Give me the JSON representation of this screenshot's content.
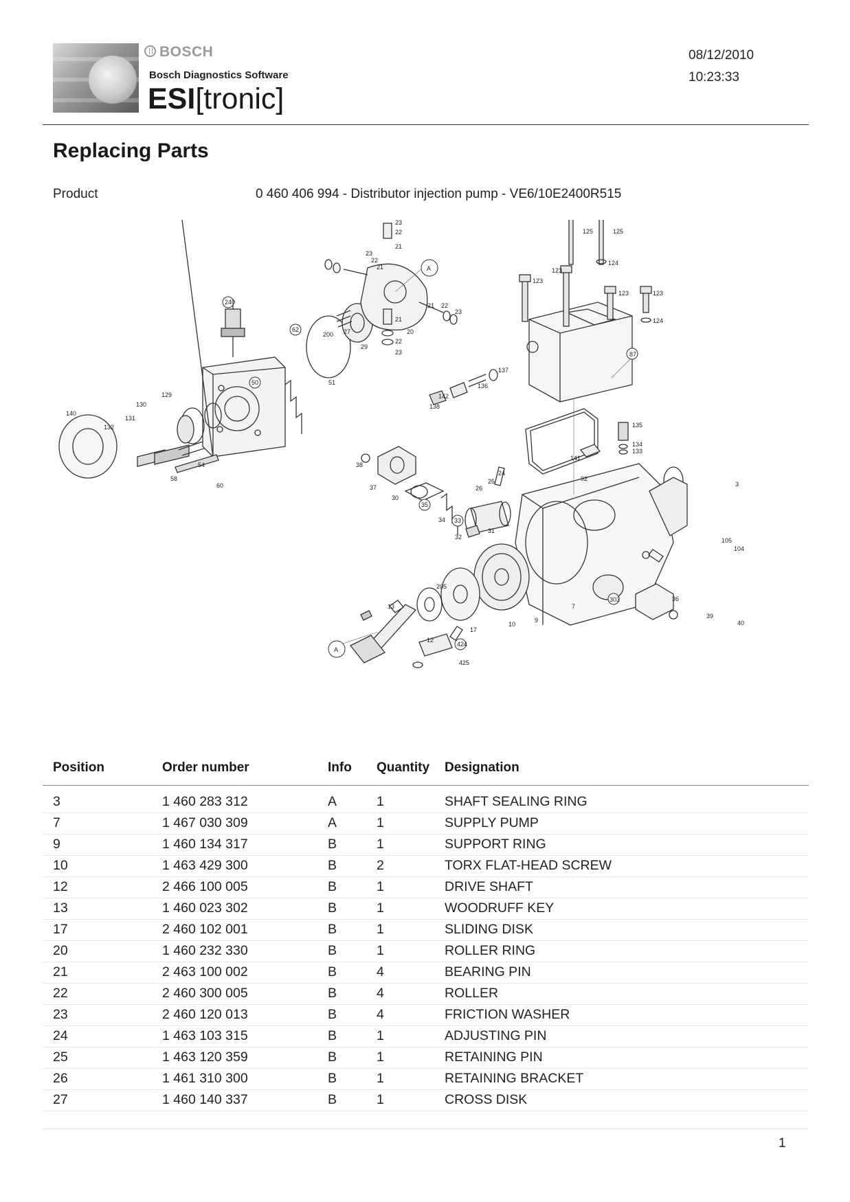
{
  "header": {
    "brand": "BOSCH",
    "software": "Bosch Diagnostics Software",
    "product_bold": "ESI",
    "product_rest": "[tronic]",
    "date": "08/12/2010",
    "time": "10:23:33"
  },
  "title": "Replacing Parts",
  "product": {
    "label": "Product",
    "value": "0 460 406 994 - Distributor injection pump - VE6/10E2400R515"
  },
  "diagram": {
    "labels": [
      "125",
      "125",
      "124",
      "123",
      "123",
      "123",
      "123",
      "124",
      "23",
      "22",
      "21",
      "23",
      "22",
      "21",
      "A",
      "240",
      "62",
      "200",
      "27",
      "20",
      "21",
      "22",
      "23",
      "21",
      "22",
      "23",
      "29",
      "51",
      "87",
      "137",
      "136",
      "142",
      "138",
      "50",
      "129",
      "130",
      "131",
      "132",
      "140",
      "54",
      "58",
      "60",
      "92",
      "135",
      "134",
      "133",
      "141",
      "38",
      "37",
      "30",
      "35",
      "34",
      "24",
      "25",
      "26",
      "33",
      "32",
      "31",
      "3",
      "105",
      "104",
      "205",
      "7",
      "36",
      "303",
      "39",
      "40",
      "13",
      "17",
      "10",
      "9",
      "12",
      "424",
      "425",
      "A"
    ]
  },
  "table": {
    "headers": [
      "Position",
      "Order number",
      "Info",
      "Quantity",
      "Designation"
    ],
    "rows": [
      [
        "3",
        "1 460 283 312",
        "A",
        "1",
        "SHAFT SEALING RING"
      ],
      [
        "7",
        "1 467 030 309",
        "A",
        "1",
        "SUPPLY PUMP"
      ],
      [
        "9",
        "1 460 134 317",
        "B",
        "1",
        "SUPPORT RING"
      ],
      [
        "10",
        "1 463 429 300",
        "B",
        "2",
        "TORX FLAT-HEAD SCREW"
      ],
      [
        "12",
        "2 466 100 005",
        "B",
        "1",
        "DRIVE SHAFT"
      ],
      [
        "13",
        "1 460 023 302",
        "B",
        "1",
        "WOODRUFF KEY"
      ],
      [
        "17",
        "2 460 102 001",
        "B",
        "1",
        "SLIDING DISK"
      ],
      [
        "20",
        "1 460 232 330",
        "B",
        "1",
        "ROLLER RING"
      ],
      [
        "21",
        "2 463 100 002",
        "B",
        "4",
        "BEARING PIN"
      ],
      [
        "22",
        "2 460 300 005",
        "B",
        "4",
        "ROLLER"
      ],
      [
        "23",
        "2 460 120 013",
        "B",
        "4",
        "FRICTION WASHER"
      ],
      [
        "24",
        "1 463 103 315",
        "B",
        "1",
        "ADJUSTING PIN"
      ],
      [
        "25",
        "1 463 120 359",
        "B",
        "1",
        "RETAINING PIN"
      ],
      [
        "26",
        "1 461 310 300",
        "B",
        "1",
        "RETAINING BRACKET"
      ],
      [
        "27",
        "1 460 140 337",
        "B",
        "1",
        "CROSS DISK"
      ]
    ]
  },
  "page_number": "1"
}
